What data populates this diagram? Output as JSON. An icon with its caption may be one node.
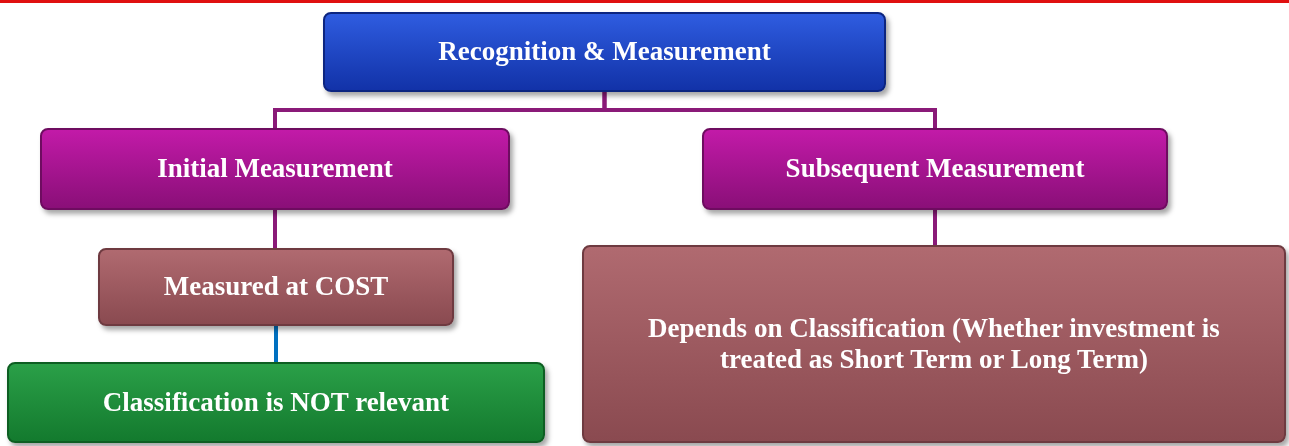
{
  "diagram": {
    "nodes": [
      {
        "text": [
          "Recognition & Measurement"
        ]
      },
      {
        "text": [
          "Initial Measurement"
        ]
      },
      {
        "text": [
          "Subsequent Measurement"
        ]
      },
      {
        "text": [
          "Measured at COST"
        ]
      },
      {
        "text": [
          "Classification is NOT relevant"
        ]
      },
      {
        "text": [
          "Depends on Classification (Whether investment is treated as Short Term or Long Term)"
        ]
      }
    ],
    "edges": [
      {
        "from": 0,
        "to": 1,
        "arrow": "none"
      },
      {
        "from": 0,
        "to": 2,
        "arrow": "none"
      },
      {
        "from": 1,
        "to": 3,
        "arrow": "none"
      },
      {
        "from": 3,
        "to": 4,
        "arrow": "none",
        "color": "#0070c0"
      },
      {
        "from": 2,
        "to": 5,
        "arrow": "none"
      }
    ]
  }
}
